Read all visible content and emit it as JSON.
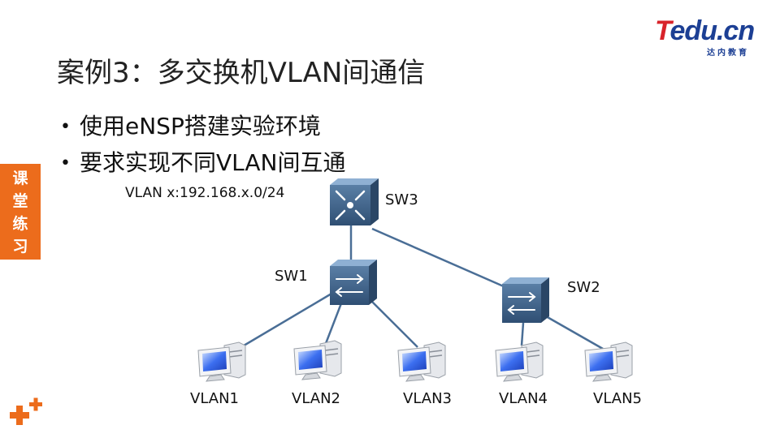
{
  "logo": {
    "brand_t": "T",
    "brand_rest": "edu.cn",
    "subtitle": "达内教育"
  },
  "title": "案例3：多交换机VLAN间通信",
  "bullets": [
    "使用eNSP搭建实验环境",
    "要求实现不同VLAN间互通"
  ],
  "side_tab": [
    "课",
    "堂",
    "练",
    "习"
  ],
  "subnet_note": "VLAN x:192.168.x.0/24",
  "switches": {
    "sw3": "SW3",
    "sw1": "SW1",
    "sw2": "SW2"
  },
  "pcs": [
    "VLAN1",
    "VLAN2",
    "VLAN3",
    "VLAN4",
    "VLAN5"
  ],
  "colors": {
    "accent": "#ec6c1c",
    "link": "#4a6e96",
    "switch": "#3d5f85",
    "brand_red": "#d8232a",
    "brand_blue": "#1c3f94"
  }
}
